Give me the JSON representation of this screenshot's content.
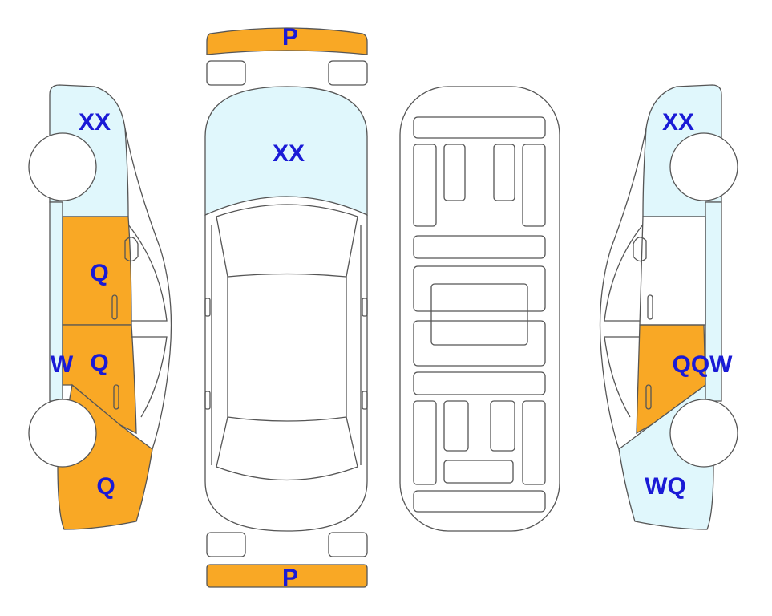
{
  "colors": {
    "damage_fill": "#f9a825",
    "glass_fill": "#e0f7fc",
    "label_text": "#1a1ad6",
    "outline": "#555555"
  },
  "labels": {
    "front_bumper": "P",
    "rear_bumper": "P",
    "top_windshield": "XX",
    "left_rear_glass": "XX",
    "left_rear_door": "Q",
    "left_front_door": "Q",
    "left_pillar": "W",
    "left_front_fender": "Q",
    "right_rear_glass": "XX",
    "right_front_door": "QQW",
    "right_front_fender": "WQ"
  }
}
